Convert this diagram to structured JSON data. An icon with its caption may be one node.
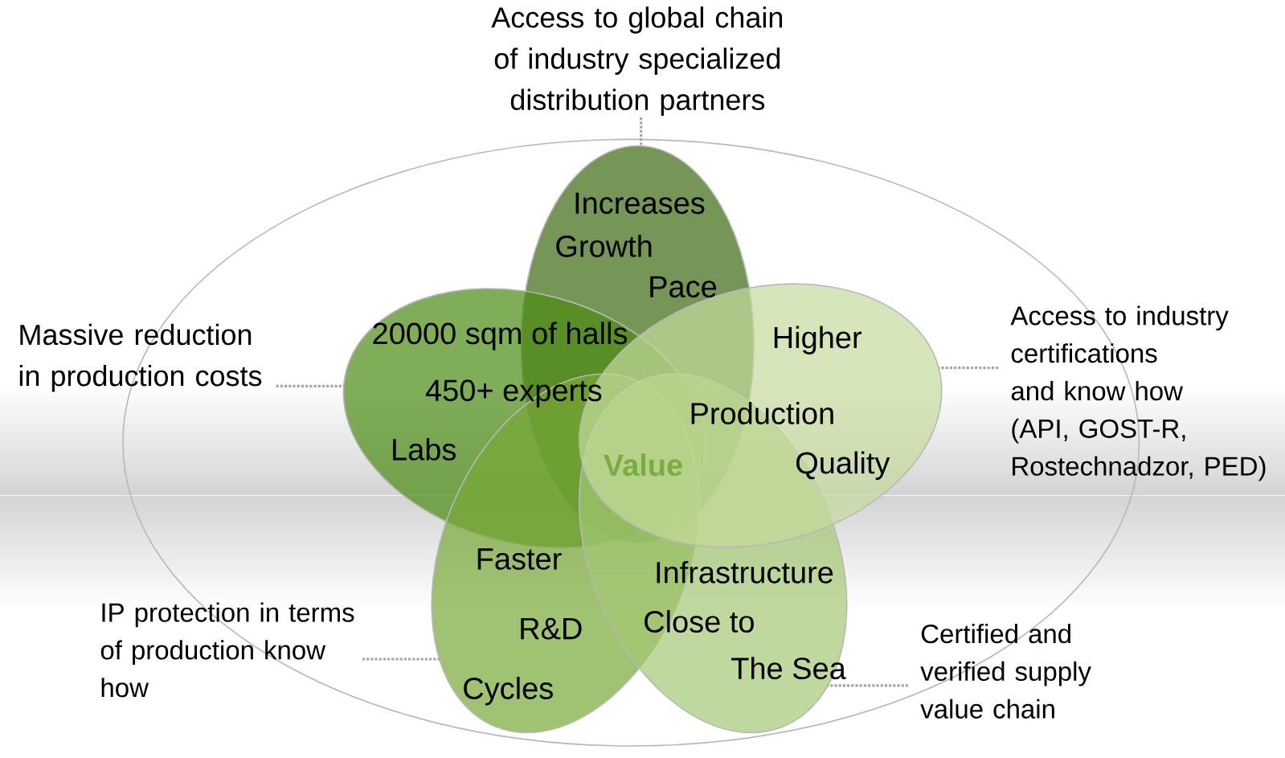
{
  "diagram": {
    "nodes": [
      {
        "text": [],
        "shape": "ellipse"
      },
      {
        "text": [
          "Increases",
          "Growth",
          "Pace"
        ],
        "in": 0
      },
      {
        "text": [
          "20000 sqm of halls",
          "450+ experts",
          "Labs"
        ],
        "in": 0
      },
      {
        "text": [
          "Higher",
          "Production",
          "Quality"
        ],
        "in": 0
      },
      {
        "text": [
          "Faster",
          "R&D",
          "Cycles"
        ],
        "in": 0
      },
      {
        "text": [
          "Infrastructure",
          "Close to",
          "The Sea"
        ],
        "in": 0
      },
      {
        "text": [
          "Access to global chain of industry specialized distribution partners"
        ]
      },
      {
        "text": [
          "Massive reduction in production costs"
        ]
      },
      {
        "text": [
          "Access to industry certifications and know how (API, GOST-R, Rostechnadzor, PED)"
        ]
      },
      {
        "text": [
          "IP protection in terms of production know how"
        ]
      },
      {
        "text": [
          "Certified and verified supply value chain"
        ]
      }
    ],
    "edges": [
      {
        "from": 6,
        "to": 1,
        "arrow": "none",
        "style": "dashed"
      },
      {
        "from": 7,
        "to": 2,
        "arrow": "none",
        "style": "dashed"
      },
      {
        "from": 8,
        "to": 3,
        "arrow": "none",
        "style": "dashed"
      },
      {
        "from": 9,
        "to": 4,
        "arrow": "none",
        "style": "dashed"
      },
      {
        "from": 10,
        "to": 5,
        "arrow": "none",
        "style": "dashed"
      }
    ],
    "labels": [
      "Value"
    ]
  }
}
